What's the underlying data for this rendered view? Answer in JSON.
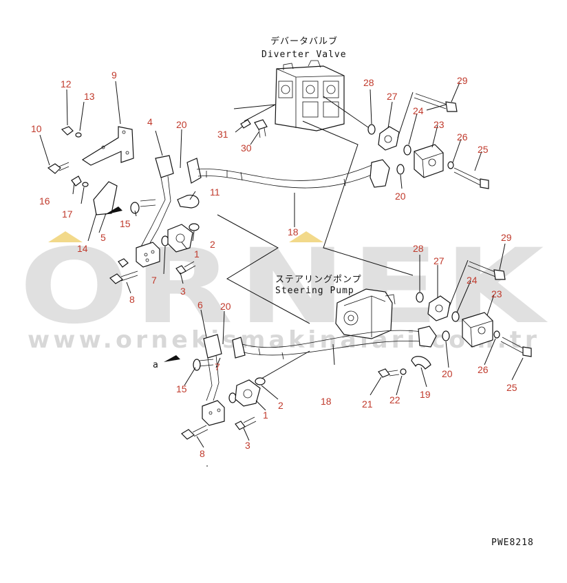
{
  "labels": {
    "diverter_valve_jp": "デバータバルブ",
    "diverter_valve_en": "Diverter Valve",
    "steering_pump_jp": "ステアリングポンプ",
    "steering_pump_en": "Steering Pump",
    "drawing_code": "PWE8218",
    "arrow_a": "a"
  },
  "watermark": {
    "brand": "ORNEK",
    "url": "www.ornekismakinalari.com.tr",
    "color": "#c8c8c8",
    "accent_color": "#f2d98a"
  },
  "callouts": {
    "c12": "12",
    "c13": "13",
    "c9": "9",
    "c10": "10",
    "c4": "4",
    "c20a": "20",
    "c16": "16",
    "c17": "17",
    "c11": "11",
    "c15a": "15",
    "c14": "14",
    "c5": "5",
    "c18a": "18",
    "c2a": "2",
    "c1a": "1",
    "c7a": "7",
    "c8a": "8",
    "c3a": "3",
    "c31": "31",
    "c30": "30",
    "c28a": "28",
    "c27a": "27",
    "c29a": "29",
    "c24a": "24",
    "c23a": "23",
    "c26a": "26",
    "c25a": "25",
    "c20b": "20",
    "c28b": "28",
    "c27b": "27",
    "c29b": "29",
    "c24b": "24",
    "c23b": "23",
    "c6": "6",
    "c20c": "20",
    "c7b": "7",
    "c15b": "15",
    "c18b": "18",
    "c20d": "20",
    "c26b": "26",
    "c25b": "25",
    "c21": "21",
    "c22": "22",
    "c19": "19",
    "c2b": "2",
    "c1b": "1",
    "c8b": "8",
    "c3b": "3"
  },
  "colors": {
    "callout": "#c0392b",
    "line": "#111111"
  }
}
